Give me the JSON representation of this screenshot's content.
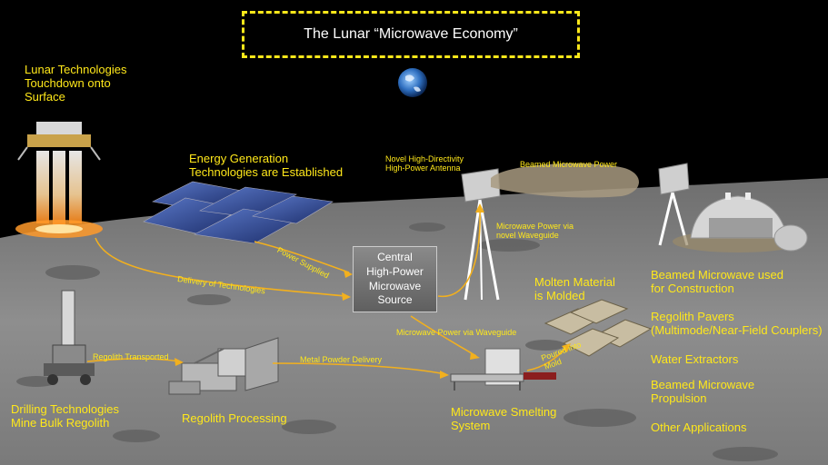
{
  "title": "The Lunar “Microwave Economy”",
  "central_source": "Central\nHigh-Power\nMicrowave\nSource",
  "labels": {
    "lunar_tech": "Lunar Technologies\nTouchdown onto\nSurface",
    "energy_gen": "Energy Generation\nTechnologies are Established",
    "antenna": "Novel High-Directivity\nHigh-Power Antenna",
    "beamed_power": "Beamed Microwave Power",
    "waveguide_power": "Microwave Power via\nnovel Waveguide",
    "power_supplied": "Power Supplied",
    "delivery_tech": "Delivery of Technologies",
    "molten": "Molten Material\nis Molded",
    "mw_waveguide": "Microwave Power via Waveguide",
    "poured": "Poured into\nMold",
    "regolith_transported": "Regolith Transported",
    "metal_powder": "Metal Powder Delivery",
    "drilling": "Drilling Technologies\nMine Bulk Regolith",
    "regolith_processing": "Regolith Processing",
    "smelting": "Microwave Smelting\nSystem"
  },
  "applications": [
    "Beamed Microwave used\nfor Construction",
    "Regolith Pavers\n(Multimode/Near-Field Couplers)",
    "Water Extractors",
    "Beamed Microwave\nPropulsion",
    "Other Applications"
  ]
}
